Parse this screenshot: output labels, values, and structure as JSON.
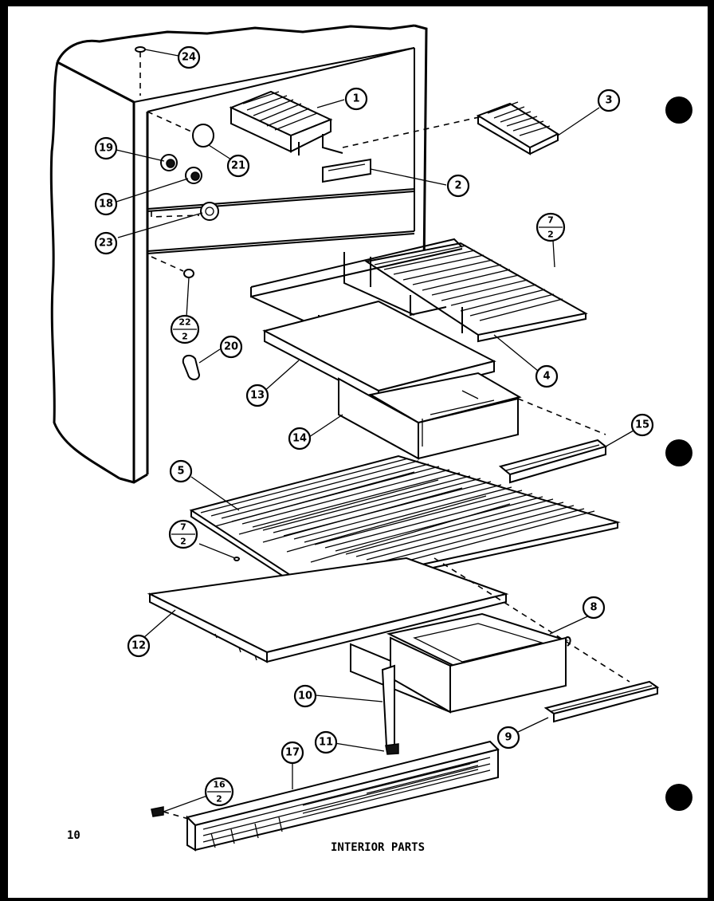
{
  "page_number": "10",
  "caption": "INTERIOR PARTS",
  "callouts": {
    "c1": "1",
    "c2": "2",
    "c3": "3",
    "c4": "4",
    "c5": "5",
    "c8": "8",
    "c9": "9",
    "c10": "10",
    "c11": "11",
    "c12": "12",
    "c13": "13",
    "c14": "14",
    "c15": "15",
    "c17": "17",
    "c18": "18",
    "c19": "19",
    "c20": "20",
    "c21": "21",
    "c23": "23",
    "c24": "24"
  },
  "fraction_callouts": {
    "f7a": {
      "top": "7",
      "bottom": "2"
    },
    "f7b": {
      "top": "7",
      "bottom": "2"
    },
    "f22": {
      "top": "22",
      "bottom": "2"
    },
    "f16": {
      "top": "16",
      "bottom": "2"
    }
  }
}
